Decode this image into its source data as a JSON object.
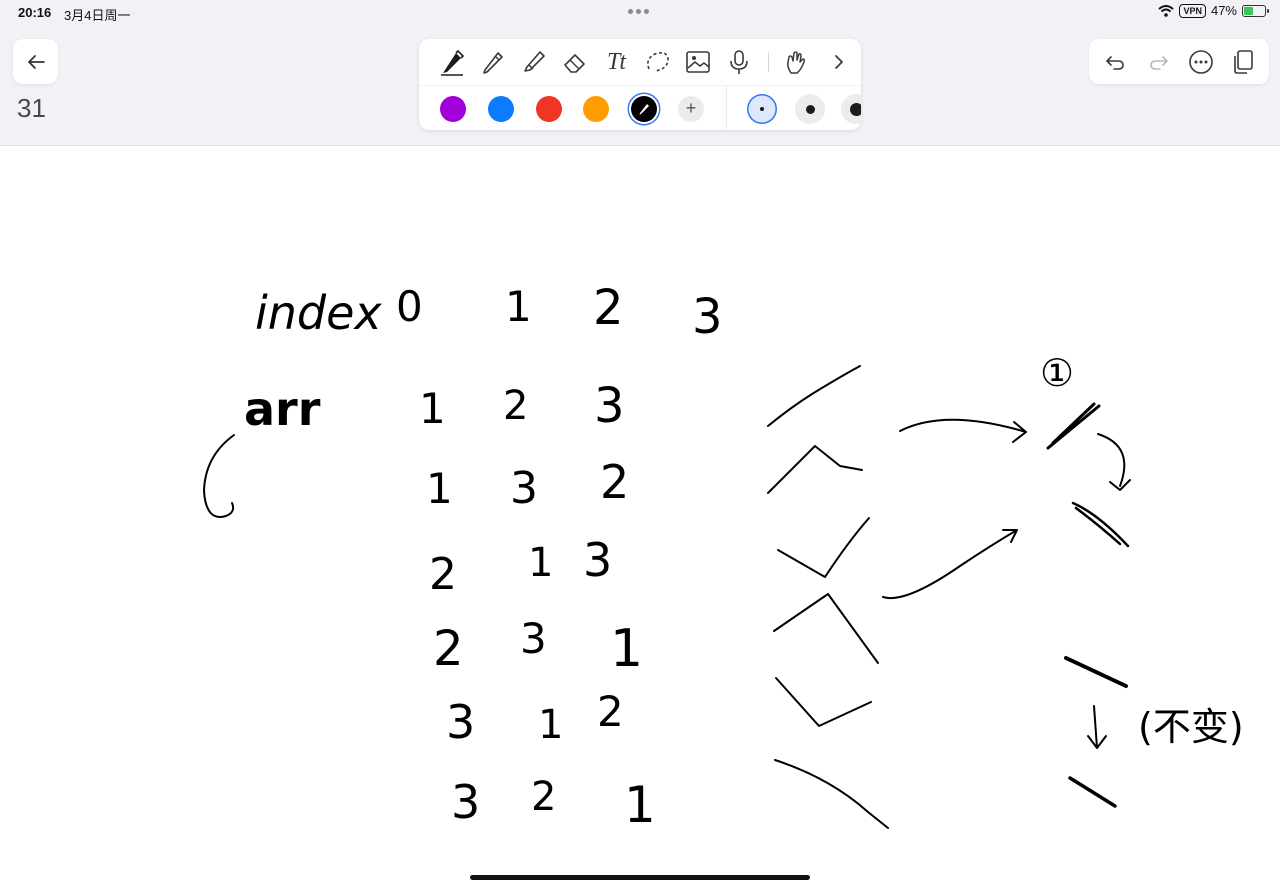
{
  "status_bar": {
    "time": "20:16",
    "date": "3月4日周一",
    "vpn": "VPN",
    "battery": "47%",
    "battery_level": 0.47,
    "battery_color": "#34c759"
  },
  "page": {
    "number": "31"
  },
  "toolbar": {
    "tools": [
      "pen-tool-icon",
      "pencil-tool-icon",
      "highlighter-tool-icon",
      "eraser-tool-icon",
      "text-tool-icon",
      "lasso-tool-icon",
      "image-tool-icon",
      "microphone-icon",
      "hand-tool-icon",
      "chevron-right-icon"
    ],
    "text_tool_glyph": "Tt",
    "active_tool": "pen-tool-icon",
    "colors": [
      "#a100d8",
      "#0b7cff",
      "#ef3524",
      "#ff9d00",
      "#000000"
    ],
    "selected_color": "#000000",
    "add_color_label": "+",
    "stroke_widths": [
      "thin",
      "medium",
      "thick"
    ],
    "selected_stroke": "thin"
  },
  "actions": [
    "undo-icon",
    "redo-icon",
    "more-icon",
    "pages-icon"
  ],
  "canvas": {
    "handwriting": {
      "header_label": "index",
      "indices": [
        "0",
        "1",
        "2",
        "3"
      ],
      "row_label": "arr",
      "permutations": [
        [
          "1",
          "2",
          "3"
        ],
        [
          "1",
          "3",
          "2"
        ],
        [
          "2",
          "1",
          "3"
        ],
        [
          "2",
          "3",
          "1"
        ],
        [
          "3",
          "1",
          "2"
        ],
        [
          "3",
          "2",
          "1"
        ]
      ],
      "step_label": "①",
      "note": "(不变)"
    }
  }
}
